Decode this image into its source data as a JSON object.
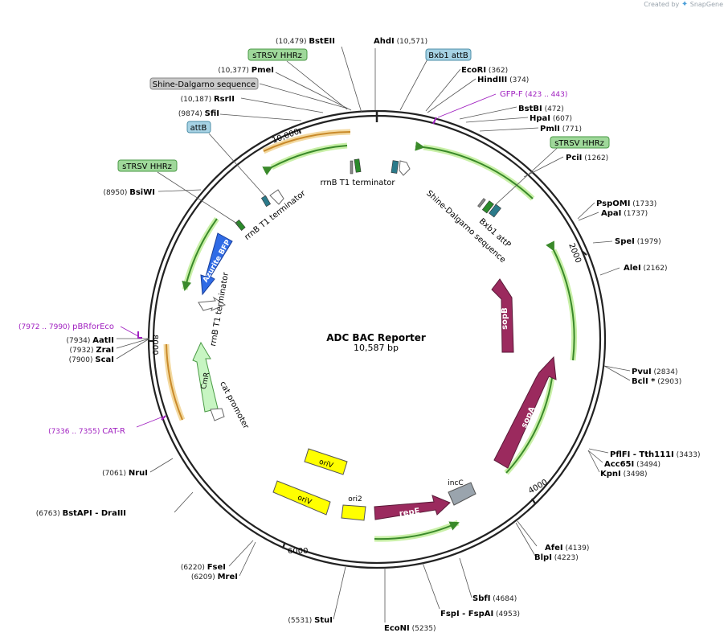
{
  "branding": {
    "created_by": "Created by",
    "logo": "SnapGene",
    "logo_symbol": "✦"
  },
  "title": "ADC BAC Reporter",
  "subtitle": "10,587 bp",
  "ticks": [
    {
      "label": "2000"
    },
    {
      "label": "4000"
    },
    {
      "label": "6000"
    },
    {
      "label": "8000"
    },
    {
      "label": "10,000"
    }
  ],
  "sites": [
    {
      "name": "BstEII",
      "pos": "(10,479)"
    },
    {
      "name": "AhdI",
      "pos": "(10,571)"
    },
    {
      "name": "PmeI",
      "pos": "(10,377)"
    },
    {
      "name": "RsrII",
      "pos": "(10,187)"
    },
    {
      "name": "SfiI",
      "pos": "(9874)"
    },
    {
      "name": "BsiWI",
      "pos": "(8950)"
    },
    {
      "name": "AatII",
      "pos": "(7934)"
    },
    {
      "name": "ZraI",
      "pos": "(7932)"
    },
    {
      "name": "ScaI",
      "pos": "(7900)"
    },
    {
      "name": "NruI",
      "pos": "(7061)"
    },
    {
      "name": "BstAPI",
      "pos": "(6763)",
      "extra": "- DraIII"
    },
    {
      "name": "FseI",
      "pos": "(6220)"
    },
    {
      "name": "MreI",
      "pos": "(6209)"
    },
    {
      "name": "StuI",
      "pos": "(5531)"
    },
    {
      "name": "EcoNI",
      "pos": "(5235)"
    },
    {
      "name": "FspI",
      "pos": "",
      "extra": "- FspAI",
      "extra_pos": "(4953)"
    },
    {
      "name": "SbfI",
      "pos": "(4684)"
    },
    {
      "name": "BlpI",
      "pos": "(4223)"
    },
    {
      "name": "AfeI",
      "pos": "(4139)"
    },
    {
      "name": "KpnI",
      "pos": "(3498)"
    },
    {
      "name": "Acc65I",
      "pos": "(3494)"
    },
    {
      "name": "PflFI",
      "pos": "",
      "extra": "- Tth111I",
      "extra_pos": "(3433)"
    },
    {
      "name": "BclI *",
      "pos": "(2903)"
    },
    {
      "name": "PvuI",
      "pos": "(2834)"
    },
    {
      "name": "AleI",
      "pos": "(2162)"
    },
    {
      "name": "SpeI",
      "pos": "(1979)"
    },
    {
      "name": "ApaI",
      "pos": "(1737)"
    },
    {
      "name": "PspOMI",
      "pos": "(1733)"
    },
    {
      "name": "PciI",
      "pos": "(1262)"
    },
    {
      "name": "PmlI",
      "pos": "(771)"
    },
    {
      "name": "HpaI",
      "pos": "(607)"
    },
    {
      "name": "BstBI",
      "pos": "(472)"
    },
    {
      "name": "HindIII",
      "pos": "(374)"
    },
    {
      "name": "EcoRI",
      "pos": "(362)"
    }
  ],
  "primers": [
    {
      "name": "GFP-F",
      "range": "(423 .. 443)",
      "color": "#a020c0"
    },
    {
      "name": "pBRforEco",
      "range": "(7972 .. 7990)",
      "color": "#a020c0"
    },
    {
      "name": "CAT-R",
      "range": "(7336 .. 7355)",
      "color": "#a020c0"
    }
  ],
  "boxed_labels": [
    {
      "text": "sTRSV HHRz",
      "fill": "#9fd89a",
      "stroke": "#4a9a45"
    },
    {
      "text": "Bxb1 attB",
      "fill": "#a6d2e4",
      "stroke": "#4d8fa8"
    },
    {
      "text": "Shine-Dalgarno sequence",
      "fill": "#c9c9c9",
      "stroke": "#888888"
    },
    {
      "text": "attB",
      "fill": "#a6d2e4",
      "stroke": "#4d8fa8"
    },
    {
      "text": "sTRSV HHRz",
      "fill": "#9fd89a",
      "stroke": "#4a9a45"
    },
    {
      "text": "sTRSV HHRz",
      "fill": "#9fd89a",
      "stroke": "#4a9a45"
    }
  ],
  "features": [
    {
      "name": "sopB",
      "color": "#9b2a5e"
    },
    {
      "name": "sopA",
      "color": "#9b2a5e"
    },
    {
      "name": "repE",
      "color": "#9b2a5e"
    },
    {
      "name": "Azurite BFP",
      "color": "#2f6be6"
    },
    {
      "name": "CmR",
      "color": "#c7f5c2"
    }
  ],
  "feature_labels": [
    {
      "text": "incC"
    },
    {
      "text": "ori2"
    },
    {
      "text": "oriV"
    },
    {
      "text": "oriV"
    },
    {
      "text": "rrnB T1 terminator"
    },
    {
      "text": "rrnB T1 terminator"
    },
    {
      "text": "rrnB T1 terminator"
    },
    {
      "text": "Shine-Dalgarno sequence"
    },
    {
      "text": "Bxb1 attP"
    },
    {
      "text": "cat promoter"
    }
  ],
  "colors": {
    "backbone": "#222222",
    "primer": "#a020c0",
    "green_arc": "#3a8a2a",
    "green_halo": "#c9f0a8",
    "orange_arc": "#c98a2a",
    "orange_halo": "#f3d9a0",
    "ori": "#ffff00",
    "incC": "#9aa4ad",
    "terminator_fill": "#2b7a8a"
  }
}
